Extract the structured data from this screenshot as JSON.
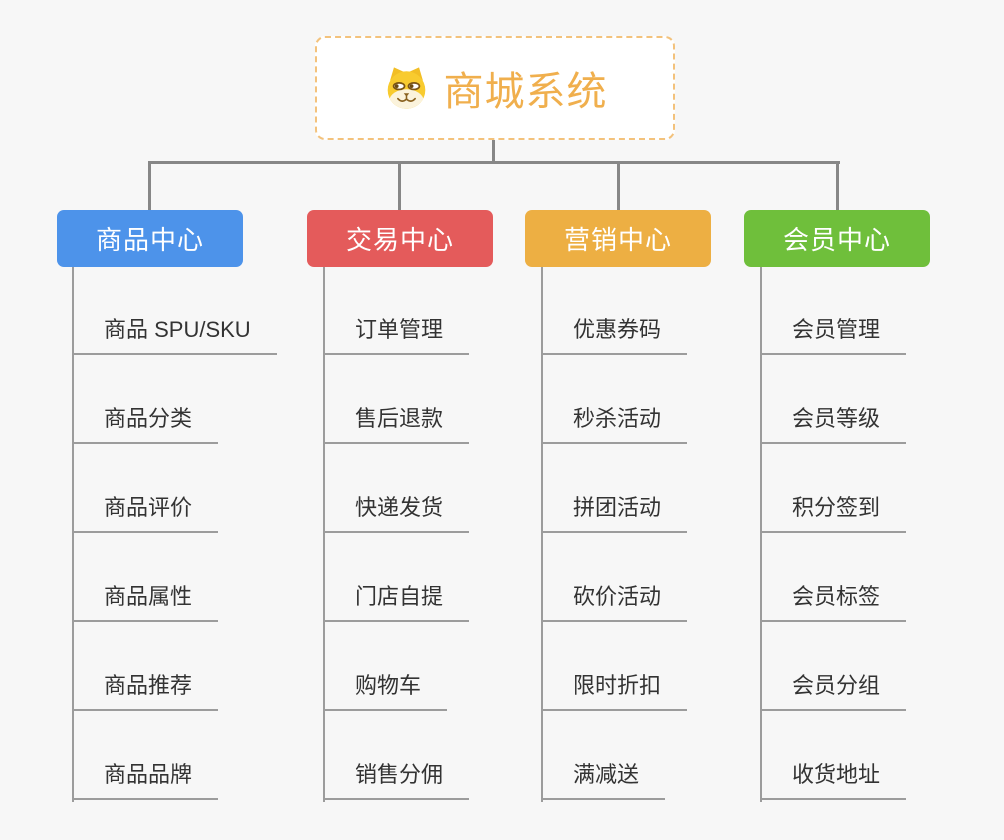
{
  "canvas": {
    "background": "#F7F7F7"
  },
  "lines": {
    "connector_color": "#878787",
    "leaf_line_color": "#9C9C9C"
  },
  "root": {
    "title": "商城系统",
    "icon": "dog-face-icon",
    "title_color": "#F0AF4D",
    "border_color": "#F3C27C"
  },
  "branches": [
    {
      "label": "商品中心",
      "color": "#4D93EA",
      "items": [
        "商品 SPU/SKU",
        "商品分类",
        "商品评价",
        "商品属性",
        "商品推荐",
        "商品品牌"
      ]
    },
    {
      "label": "交易中心",
      "color": "#E45B5B",
      "items": [
        "订单管理",
        "售后退款",
        "快递发货",
        "门店自提",
        "购物车",
        "销售分佣"
      ]
    },
    {
      "label": "营销中心",
      "color": "#EDAF43",
      "items": [
        "优惠券码",
        "秒杀活动",
        "拼团活动",
        "砍价活动",
        "限时折扣",
        "满减送"
      ]
    },
    {
      "label": "会员中心",
      "color": "#6FBF3B",
      "items": [
        "会员管理",
        "会员等级",
        "积分签到",
        "会员标签",
        "会员分组",
        "收货地址"
      ]
    }
  ]
}
